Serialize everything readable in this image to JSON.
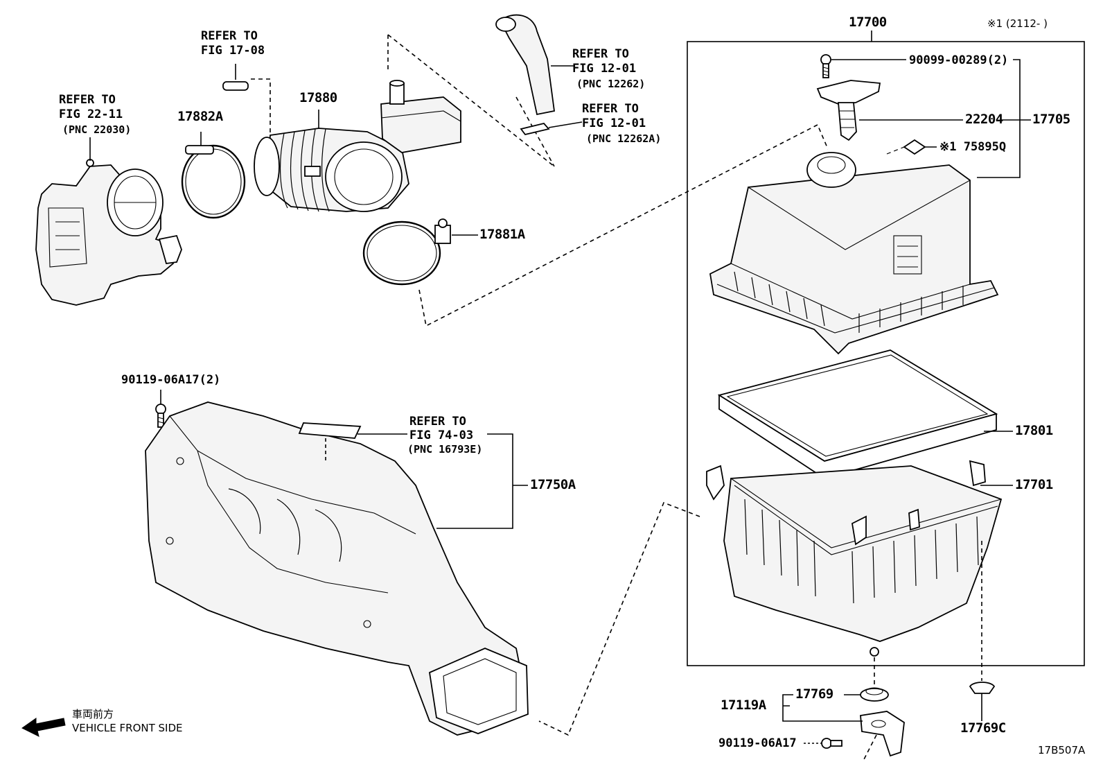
{
  "header": {
    "assembly_no": "17700",
    "note": "※1 (2112-    )"
  },
  "labels": {
    "refer_17_08": [
      "REFER TO",
      "FIG 17-08"
    ],
    "refer_22_11": [
      "REFER TO",
      "FIG 22-11",
      "(PNC 22030)"
    ],
    "refer_12262": [
      "REFER TO",
      "FIG 12-01",
      "(PNC 12262)"
    ],
    "refer_12262a": [
      "REFER TO",
      "FIG 12-01",
      "(PNC 12262A)"
    ],
    "refer_74_03": [
      "REFER TO",
      "FIG 74-03",
      "(PNC 16793E)"
    ]
  },
  "parts": {
    "p17882A": "17882A",
    "p17880": "17880",
    "p17881A": "17881A",
    "p90099": "90099-00289(2)",
    "p22204": "22204",
    "p17705": "17705",
    "p17589": "※1 75895Q",
    "p17801": "17801",
    "p17701": "17701",
    "p90119_top": "90119-06A17(2)",
    "p17750A": "17750A",
    "p17769": "17769",
    "p17119A": "17119A",
    "p90119_bottom": "90119-06A17",
    "p17769C": "17769C"
  },
  "direction": {
    "jp": "車両前方",
    "en": "VEHICLE FRONT SIDE",
    "icon": "arrow-left-icon"
  },
  "figure_id": "17B507A"
}
